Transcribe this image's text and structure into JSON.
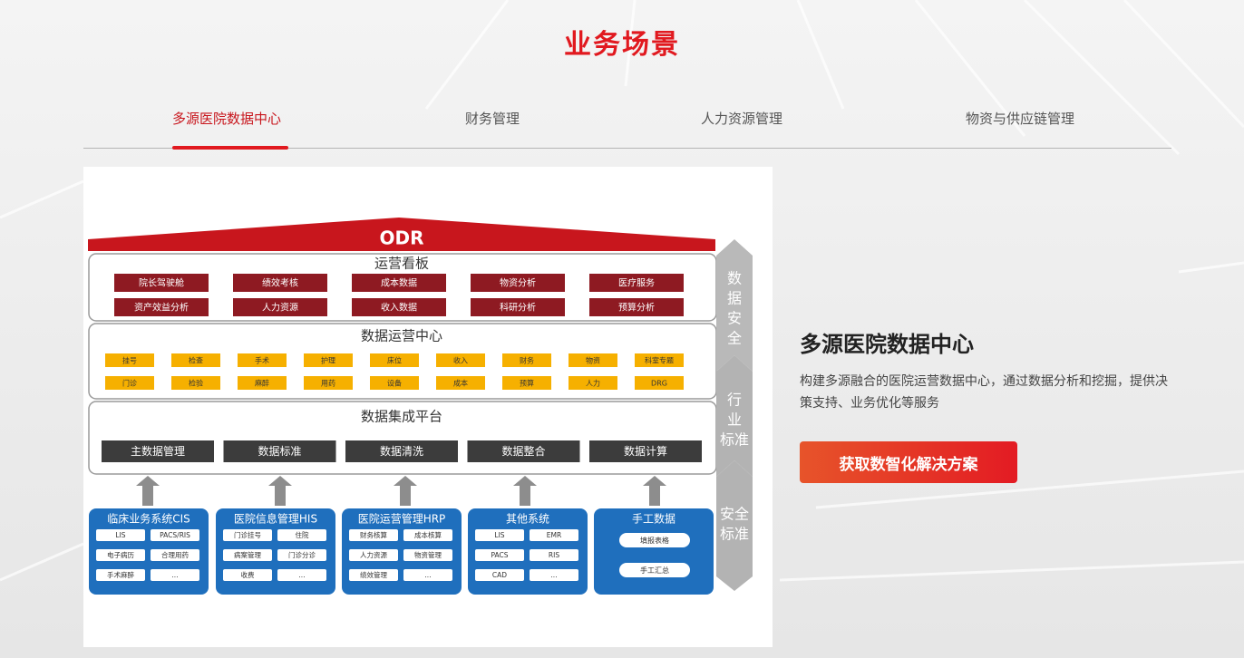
{
  "page_title": "业务场景",
  "tabs": [
    {
      "label": "多源医院数据中心"
    },
    {
      "label": "财务管理"
    },
    {
      "label": "人力资源管理"
    },
    {
      "label": "物资与供应链管理"
    }
  ],
  "diagram": {
    "roof": "ODR",
    "dashboard": {
      "title": "运营看板",
      "items": [
        "院长驾驶舱",
        "绩效考核",
        "成本数据",
        "物资分析",
        "医疗服务",
        "资产效益分析",
        "人力资源",
        "收入数据",
        "科研分析",
        "预算分析"
      ]
    },
    "ops_center": {
      "title": "数据运营中心",
      "row1": [
        "挂号",
        "检查",
        "手术",
        "护理",
        "床位",
        "收入",
        "财务",
        "物资",
        "科室专题"
      ],
      "row2": [
        "门诊",
        "检验",
        "麻醉",
        "用药",
        "设备",
        "成本",
        "预算",
        "人力",
        "DRG"
      ]
    },
    "integration": {
      "title": "数据集成平台",
      "items": [
        "主数据管理",
        "数据标准",
        "数据清洗",
        "数据整合",
        "数据计算"
      ]
    },
    "sources": [
      {
        "title": "临床业务系统CIS",
        "items": [
          "LIS",
          "PACS/RIS",
          "电子病历",
          "合理用药",
          "手术麻醉",
          "..."
        ]
      },
      {
        "title": "医院信息管理HIS",
        "items": [
          "门诊挂号",
          "住院",
          "病案管理",
          "门诊分诊",
          "收费",
          "..."
        ]
      },
      {
        "title": "医院运营管理HRP",
        "items": [
          "财务核算",
          "成本核算",
          "人力资源",
          "物资管理",
          "绩效管理",
          "..."
        ]
      },
      {
        "title": "其他系统",
        "items": [
          "LIS",
          "EMR",
          "PACS",
          "RIS",
          "CAD",
          "..."
        ]
      },
      {
        "title": "手工数据",
        "items": [
          "填报表格",
          "手工汇总"
        ]
      }
    ],
    "side": [
      {
        "label": "数据安全",
        "chars": [
          "数",
          "据",
          "安",
          "全"
        ]
      },
      {
        "label": "行业标准",
        "chars": [
          "行",
          "业",
          "标准"
        ]
      },
      {
        "label": "安全标准",
        "chars": [
          "安全",
          "标准"
        ]
      }
    ]
  },
  "panel": {
    "heading": "多源医院数据中心",
    "description": "构建多源融合的医院运营数据中心，通过数据分析和挖掘，提供决策支持、业务优化等服务",
    "cta_label": "获取数智化解决方案"
  },
  "colors": {
    "accent": "#e1191f",
    "dark_red_chip": "#8e1a22",
    "orange_chip": "#f6b000",
    "dark_chip": "#3c3c3c",
    "source_blue": "#1f6fbd"
  }
}
